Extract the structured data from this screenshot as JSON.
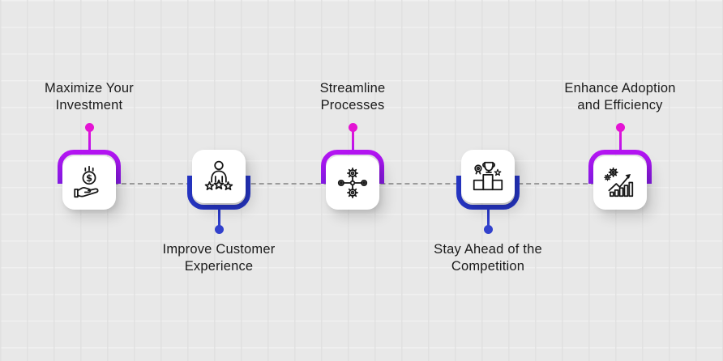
{
  "colors": {
    "bg": "#e8e8e8",
    "grid-dark": "#e1e1e1",
    "grid-light": "#f0f0f0",
    "dash": "#9b9b9b",
    "text": "#1b1b1b",
    "card": "#ffffff",
    "icon": "#171717",
    "magenta": "#e414d4",
    "purple-top": "#b414f2",
    "purple-bottom": "#5b21d8",
    "blue": "#2635c3",
    "blue-stem": "#3241cc"
  },
  "timeline": {
    "style": "dashed"
  },
  "nodes": [
    {
      "id": "maximize-your-investment",
      "lines": [
        "Maximize Your",
        "Investment"
      ],
      "label_position": "top",
      "accent": "purple",
      "icon": "hand-coin-dollar"
    },
    {
      "id": "improve-customer-experience",
      "lines": [
        "Improve Customer",
        "Experience"
      ],
      "label_position": "bottom",
      "accent": "blue",
      "icon": "person-three-stars"
    },
    {
      "id": "streamline-processes",
      "lines": [
        "Streamline",
        "Processes"
      ],
      "label_position": "top",
      "accent": "purple",
      "icon": "connected-gears"
    },
    {
      "id": "stay-ahead-of-the-competition",
      "lines": [
        "Stay Ahead of the",
        "Competition"
      ],
      "label_position": "bottom",
      "accent": "blue",
      "icon": "podium-trophy"
    },
    {
      "id": "enhance-adoption-and-efficiency",
      "lines": [
        "Enhance Adoption",
        "and Efficiency"
      ],
      "label_position": "top",
      "accent": "purple",
      "icon": "gears-growth-chart"
    }
  ]
}
